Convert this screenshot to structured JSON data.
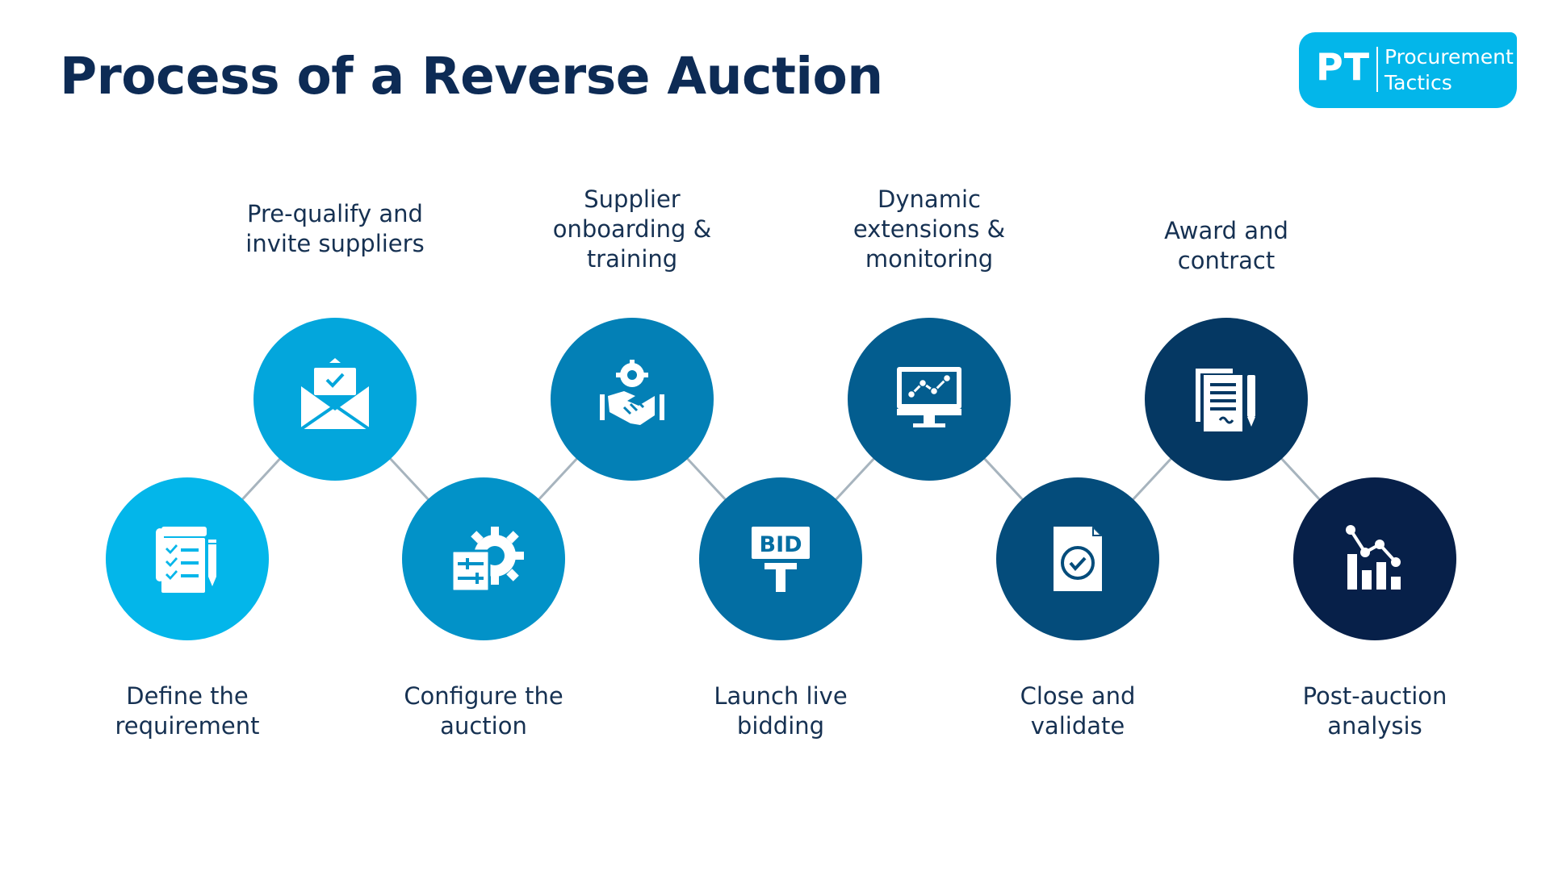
{
  "title": "Process of a Reverse Auction",
  "logo": {
    "mark": "PT",
    "line1": "Procurement",
    "line2": "Tactics",
    "color": "#03b6ea"
  },
  "steps": [
    {
      "line1": "Define the",
      "line2": "requirement",
      "icon": "requirements-checklist-icon",
      "color": "#03b6ea",
      "row": "bottom"
    },
    {
      "line1": "Pre-qualify and",
      "line2": "invite suppliers",
      "icon": "envelope-invite-icon",
      "color": "#03a6dc",
      "row": "top"
    },
    {
      "line1": "Configure the",
      "line2": "auction",
      "icon": "settings-gear-icon",
      "color": "#0292c8",
      "row": "bottom"
    },
    {
      "line1": "Supplier",
      "line2": "onboarding &",
      "line3": "training",
      "icon": "handshake-gear-icon",
      "color": "#0380b6",
      "row": "top"
    },
    {
      "line1": "Launch live",
      "line2": "bidding",
      "icon": "bid-sign-icon",
      "color": "#036ea3",
      "row": "bottom"
    },
    {
      "line1": "Dynamic",
      "line2": "extensions &",
      "line3": "monitoring",
      "icon": "monitor-chart-icon",
      "color": "#035d8f",
      "row": "top"
    },
    {
      "line1": "Close and",
      "line2": "validate",
      "icon": "document-check-icon",
      "color": "#044c7b",
      "row": "bottom"
    },
    {
      "line1": "Award and",
      "line2": "contract",
      "icon": "contract-pen-icon",
      "color": "#053863",
      "row": "top"
    },
    {
      "line1": "Post-auction",
      "line2": "analysis",
      "icon": "analysis-chart-icon",
      "color": "#072049",
      "row": "bottom"
    }
  ]
}
